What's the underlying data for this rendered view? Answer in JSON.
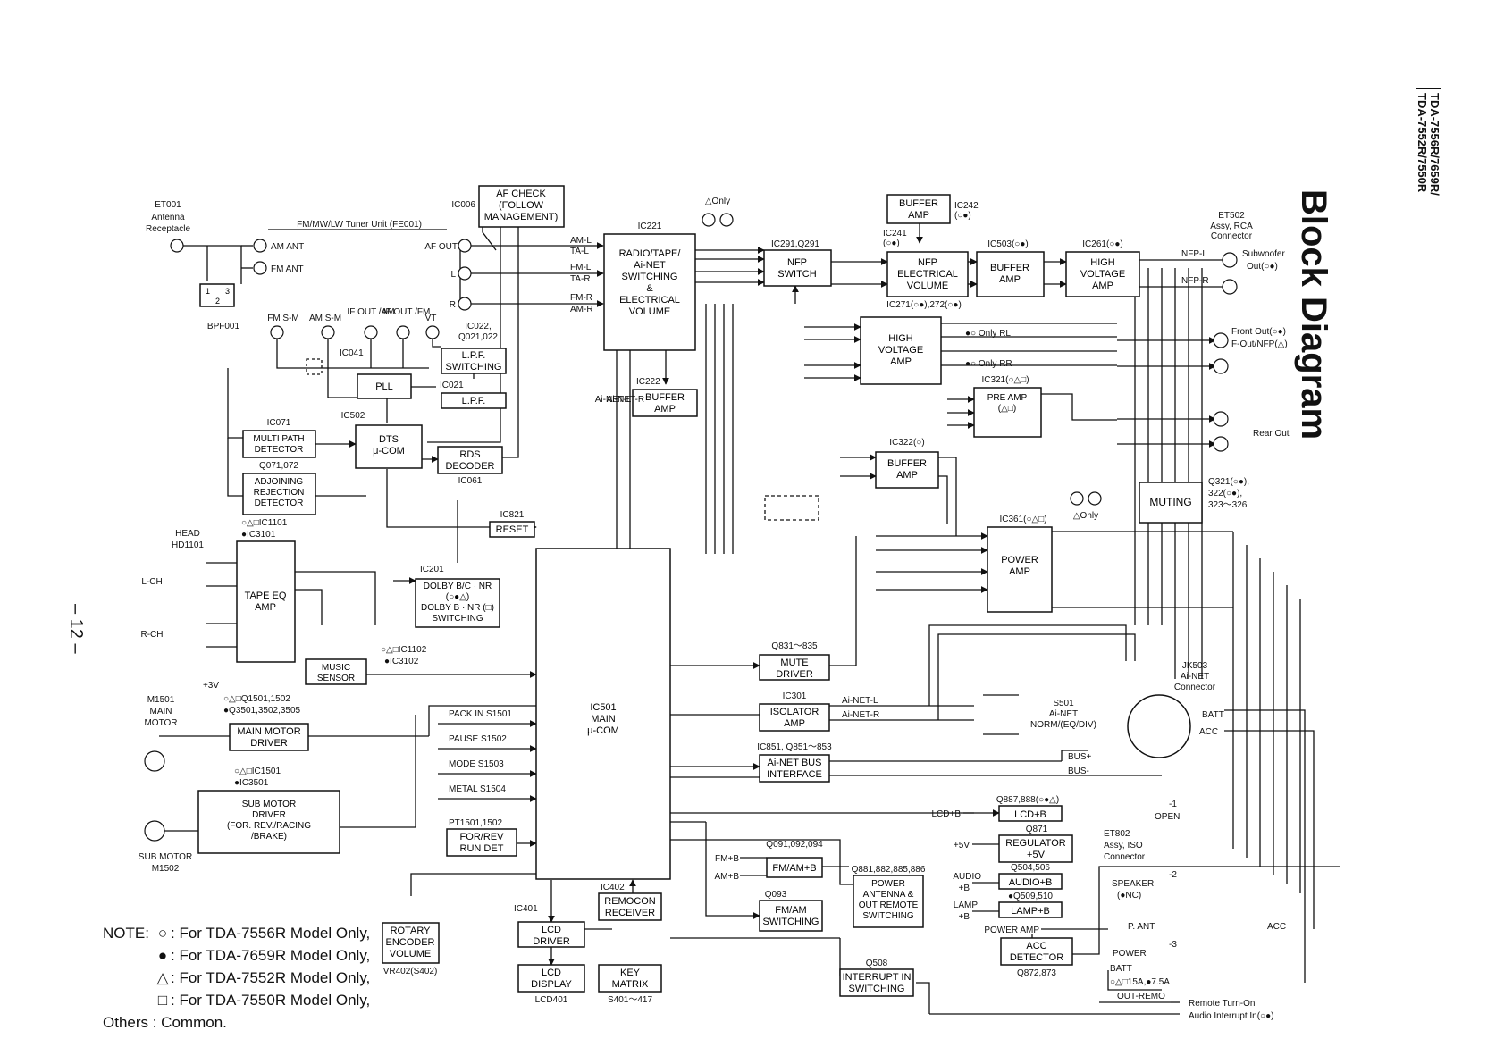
{
  "title": {
    "heading": "Block Diagram",
    "models_line1": "TDA-7556R/7659R/",
    "models_line2": "TDA-7552R/7550R",
    "page_number": "– 12 –"
  },
  "blocks": {
    "af_check": [
      "AF CHECK",
      "(FOLLOW",
      "MANAGEMENT)"
    ],
    "radio_tape": [
      "RADIO/TAPE/",
      "Ai-NET",
      "SWITCHING",
      "&",
      "ELECTRICAL",
      "VOLUME"
    ],
    "nfp_switch": [
      "NFP",
      "SWITCH"
    ],
    "buffer_amp_top": [
      "BUFFER",
      "AMP"
    ],
    "nfp_electrical_volume": [
      "NFP",
      "ELECTRICAL",
      "VOLUME"
    ],
    "buffer_amp_ic503": [
      "BUFFER",
      "AMP"
    ],
    "high_voltage_ic261": [
      "HIGH",
      "VOLTAGE",
      "AMP"
    ],
    "high_voltage_ic271": [
      "HIGH",
      "VOLTAGE",
      "AMP"
    ],
    "pre_amp": [
      "PRE AMP",
      "(△□)"
    ],
    "buffer_amp_ic321": [
      "BUFFER AMP",
      "(○)"
    ],
    "buffer_amp_ic322": [
      "BUFFER",
      "AMP"
    ],
    "lpf_switching": [
      "L.P.F.",
      "SWITCHING"
    ],
    "lpf": [
      "L.P.F."
    ],
    "pll": [
      "PLL"
    ],
    "multipath": [
      "MULTI PATH",
      "DETECTOR"
    ],
    "dts": [
      "DTS",
      "μ-COM"
    ],
    "rds": [
      "RDS",
      "DECODER"
    ],
    "adjoining": [
      "ADJOINING",
      "REJECTION",
      "DETECTOR"
    ],
    "buffer_amp_ic222": [
      "BUFFER",
      "AMP"
    ],
    "reset": [
      "RESET"
    ],
    "tape_eq": [
      "TAPE EQ",
      "AMP"
    ],
    "dolby": [
      "DOLBY B/C · NR",
      "(○●△)",
      "DOLBY B · NR (□)",
      "SWITCHING"
    ],
    "music_sensor": [
      "MUSIC",
      "SENSOR"
    ],
    "main_mcu": [
      "IC501",
      "MAIN",
      "μ-COM"
    ],
    "mute_driver": [
      "MUTE",
      "DRIVER"
    ],
    "isolator_amp": [
      "ISOLATOR",
      "AMP"
    ],
    "ainet_bus": [
      "Ai-NET BUS",
      "INTERFACE"
    ],
    "power_amp": [
      "POWER",
      "AMP"
    ],
    "muting": [
      "MUTING"
    ],
    "main_motor_driver": [
      "MAIN MOTOR",
      "DRIVER"
    ],
    "sub_motor_driver": [
      "SUB MOTOR",
      "DRIVER",
      "(FOR. REV./RACING",
      "/BRAKE)"
    ],
    "for_rev": [
      "FOR/REV",
      "RUN DET"
    ],
    "fm_am_b": [
      "FM/AM+B"
    ],
    "fm_am_switching": [
      "FM/AM",
      "SWITCHING"
    ],
    "power_antenna": [
      "POWER",
      "ANTENNA &",
      "OUT REMOTE",
      "SWITCHING"
    ],
    "lcd_b": [
      "LCD+B"
    ],
    "regulator": [
      "REGULATOR",
      "+5V"
    ],
    "audio_b": [
      "AUDIO+B"
    ],
    "lamp_b": [
      "LAMP+B"
    ],
    "acc_detector": [
      "ACC",
      "DETECTOR"
    ],
    "interrupt": [
      "INTERRUPT IN",
      "SWITCHING"
    ],
    "remocon": [
      "REMOCON",
      "RECEIVER"
    ],
    "rotary": [
      "ROTARY",
      "ENCODER",
      "VOLUME"
    ],
    "lcd_driver": [
      "LCD",
      "DRIVER"
    ],
    "lcd_display": [
      "LCD",
      "DISPLAY"
    ],
    "key_matrix": [
      "KEY",
      "MATRIX"
    ],
    "bpf": [
      "1",
      "3",
      "2"
    ]
  },
  "labels": {
    "et001": "ET001",
    "antenna": "Antenna",
    "receptacle": "Receptacle",
    "tuner_unit": "FM/MW/LW Tuner Unit (FE001)",
    "ic006": "IC006",
    "am_ant": "AM ANT",
    "fm_ant": "FM ANT",
    "bpf001": "BPF001",
    "af_out": "AF OUT",
    "pin_l": "L",
    "pin_r": "R",
    "fm_sm": "FM S-M",
    "am_sm": "AM S-M",
    "if_out_am": "IF OUT /AM",
    "if_out_fm": "IF OUT /FM",
    "vt": "VT",
    "ic022": "IC022,",
    "q021": "Q021,022",
    "ic041": "IC041",
    "ic021": "IC021",
    "ic071": "IC071",
    "ic502": "IC502",
    "q071": "Q071,072",
    "ic061": "IC061",
    "ic221": "IC221",
    "ic222": "IC222",
    "ic821": "IC821",
    "am_l": "AM-L",
    "ta_l": "TA-L",
    "fm_l": "FM-L",
    "ta_r": "TA-R",
    "fm_r": "FM-R",
    "am_r": "AM-R",
    "ainet_l": "Ai-NET-L",
    "ainet_r": "Ai-NET-R",
    "delta_only_top": "△Only",
    "ic291": "IC291,Q291",
    "ic242": "IC242",
    "ic242b": "(○●)",
    "ic241": "IC241",
    "ic241b": "(○●)",
    "ic503": "IC503(○●)",
    "ic261": "IC261(○●)",
    "ic271": "IC271(○●),272(○●)",
    "only_rl": "●○ Only RL",
    "only_rr": "●○ Only RR",
    "ic321": "IC321(○△□)",
    "ic322": "IC322(○)",
    "ic361": "IC361(○△□)",
    "et502": "ET502",
    "et502b": "Assy, RCA",
    "et502c": "Connector",
    "nfp_l": "NFP-L",
    "nfp_r": "NFP-R",
    "subwoofer": "Subwoofer",
    "subwoofer_out": "Out(○●)",
    "front_out": "Front Out(○●)",
    "front_out2": "F-Out/NFP(△)",
    "rear_out": "Rear Out",
    "q321": "Q321(○●),",
    "q321b": "322(○●),",
    "q321c": "323～326",
    "delta_only_bottom": "△Only",
    "head": "HEAD",
    "hd1101": "HD1101",
    "lch": "L-CH",
    "rch": "R-CH",
    "ic1101": "○△□IC1101",
    "ic3101": "●IC3101",
    "ic201": "IC201",
    "ic1102": "○△□IC1102",
    "ic3102": "●IC3102",
    "plus3v": "+3V",
    "m1501": "M1501",
    "main": "MAIN",
    "motor": "MOTOR",
    "q1501": "○△□Q1501,1502",
    "q3501": "●Q3501,3502,3505",
    "ic1501": "○△□IC1501",
    "ic3501": "●IC3501",
    "sub_motor": "SUB MOTOR",
    "m1502": "M1502",
    "pack_in": "PACK IN S1501",
    "pause": "PAUSE S1502",
    "mode": "MODE  S1503",
    "metal": "METAL S1504",
    "pt1501": "PT1501,1502",
    "q831": "Q831～835",
    "ic301": "IC301",
    "ainet_l2": "Ai-NET-L",
    "ainet_r2": "Ai-NET-R",
    "ic851": "IC851, Q851～853",
    "s501": "S501",
    "s501b": "Ai-NET",
    "s501c": "NORM/(EQ/DIV)",
    "jk503": "JK503",
    "jk503b": "Ai-NET",
    "jk503c": "Connector",
    "batt": "BATT",
    "acc": "ACC",
    "bus_plus": "BUS+",
    "bus_minus": "BUS-",
    "q887": "Q887,888(○●△)",
    "q871": "Q871",
    "q504": "Q504,506",
    "q509": "●Q509,510",
    "lcd_b_in": "LCD+B",
    "plus5v": "+5V",
    "audio": "AUDIO",
    "audio_b2": "+B",
    "lamp": "LAMP",
    "lamp_b2": "+B",
    "power_amp_lbl": "POWER AMP",
    "q872": "Q872,873",
    "q508": "Q508",
    "q091": "Q091,092,094",
    "q093": "Q093",
    "q881": "Q881,882,885,886",
    "fm_b": "FM+B",
    "am_b": "AM+B",
    "ic402": "IC402",
    "ic401": "IC401",
    "vr402": "VR402(S402)",
    "lcd401": "LCD401",
    "s401": "S401～417",
    "et802": "ET802",
    "et802b": "Assy, ISO",
    "et802c": "Connector",
    "open": "OPEN",
    "speaker": "SPEAKER",
    "speaker_nc": "(●NC)",
    "power": "POWER",
    "p_ant": "P. ANT",
    "acc2": "ACC",
    "batt2": "BATT",
    "fuse": "○△□15A,●7.5A",
    "out_remo": "OUT-REMO",
    "remote_turn": "Remote Turn-On",
    "audio_int": "Audio Interrupt In(○●)",
    "conn1_num": "-1",
    "conn2_num": "-2",
    "conn3_num": "-3"
  },
  "notes": {
    "lead": "NOTE:",
    "rows": [
      {
        "mark": "○",
        "text": ": For TDA-7556R Model Only,"
      },
      {
        "mark": "●",
        "text": ": For TDA-7659R Model Only,"
      },
      {
        "mark": "△",
        "text": ": For TDA-7552R Model Only,"
      },
      {
        "mark": "□",
        "text": ": For TDA-7550R Model Only,"
      }
    ],
    "others": "Others : Common."
  }
}
